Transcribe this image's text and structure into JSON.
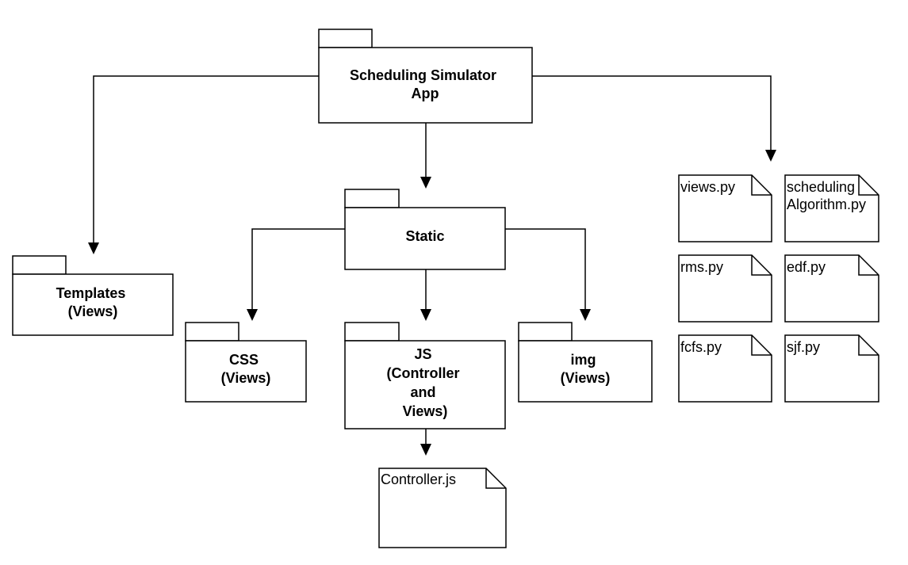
{
  "packages": {
    "app": {
      "lines": [
        "Scheduling Simulator",
        "App"
      ]
    },
    "static": {
      "lines": [
        "Static"
      ]
    },
    "templates": {
      "lines": [
        "Templates",
        "(Views)"
      ]
    },
    "css": {
      "lines": [
        "CSS",
        "(Views)"
      ]
    },
    "js": {
      "lines": [
        "JS",
        "(Controller",
        "and",
        "Views)"
      ]
    },
    "img": {
      "lines": [
        "img",
        "(Views)"
      ]
    }
  },
  "files": {
    "views_py": {
      "lines": [
        "views.py"
      ]
    },
    "scheduling_algorithm_py": {
      "lines": [
        "scheduling",
        "Algorithm.py"
      ]
    },
    "rms_py": {
      "lines": [
        "rms.py"
      ]
    },
    "edf_py": {
      "lines": [
        "edf.py"
      ]
    },
    "fcfs_py": {
      "lines": [
        "fcfs.py"
      ]
    },
    "sjf_py": {
      "lines": [
        "sjf.py"
      ]
    },
    "controller_js": {
      "lines": [
        "Controller.js"
      ]
    }
  }
}
